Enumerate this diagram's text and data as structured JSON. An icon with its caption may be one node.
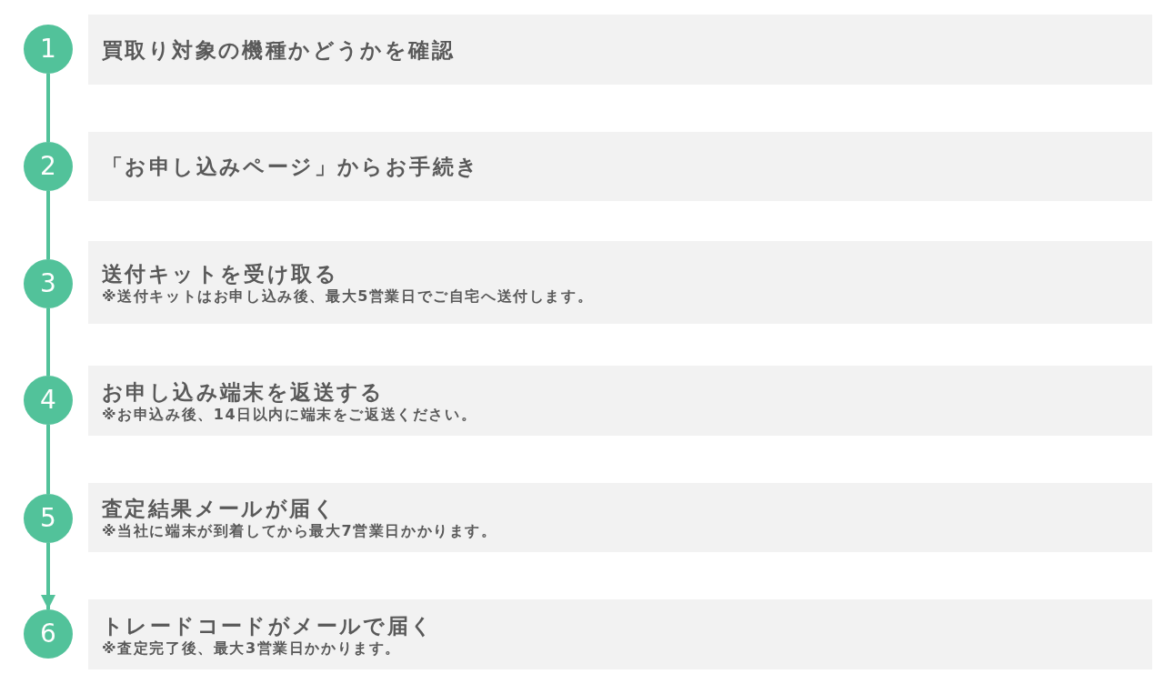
{
  "diagram": {
    "nodes": [
      {
        "text": [
          "1"
        ]
      },
      {
        "text": [
          "買取り対象の機種かどうかを確認"
        ]
      },
      {
        "text": [
          "2"
        ]
      },
      {
        "text": [
          "「お申し込みページ」からお手続き"
        ]
      },
      {
        "text": [
          "3"
        ]
      },
      {
        "text": [
          "送付キットを受け取る",
          "※送付キットはお申し込み後、最大5営業日でご自宅へ送付します。"
        ]
      },
      {
        "text": [
          "4"
        ]
      },
      {
        "text": [
          "お申し込み端末を返送する",
          "※お申込み後、14日以内に端末をご返送ください。"
        ]
      },
      {
        "text": [
          "5"
        ]
      },
      {
        "text": [
          "査定結果メールが届く",
          "※当社に端末が到着してから最大7営業日かかります。"
        ]
      },
      {
        "text": [
          "6"
        ]
      },
      {
        "text": [
          "トレードコードがメールで届く",
          "※査定完了後、最大3営業日かかります。"
        ]
      }
    ],
    "edges": [
      {
        "from": 0,
        "to": 2,
        "arrow": "none"
      },
      {
        "from": 2,
        "to": 4,
        "arrow": "none"
      },
      {
        "from": 4,
        "to": 6,
        "arrow": "none"
      },
      {
        "from": 6,
        "to": 8,
        "arrow": "none"
      },
      {
        "from": 8,
        "to": 10,
        "arrow": "to"
      }
    ]
  }
}
